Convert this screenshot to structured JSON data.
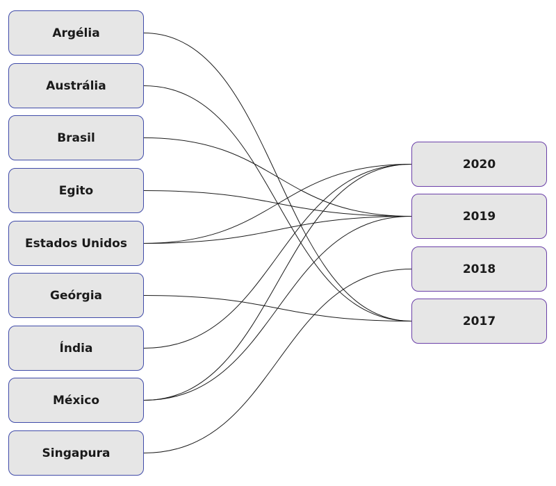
{
  "left_nodes": [
    {
      "label": "Argélia"
    },
    {
      "label": "Austrália"
    },
    {
      "label": "Brasil"
    },
    {
      "label": "Egito"
    },
    {
      "label": "Estados Unidos"
    },
    {
      "label": "Geórgia"
    },
    {
      "label": "Índia"
    },
    {
      "label": "México"
    },
    {
      "label": "Singapura"
    }
  ],
  "right_nodes": [
    {
      "label": "2020"
    },
    {
      "label": "2019"
    },
    {
      "label": "2018"
    },
    {
      "label": "2017"
    }
  ],
  "links": [
    {
      "from": "Argélia",
      "to": "2017"
    },
    {
      "from": "Austrália",
      "to": "2017"
    },
    {
      "from": "Brasil",
      "to": "2019"
    },
    {
      "from": "Egito",
      "to": "2019"
    },
    {
      "from": "Estados Unidos",
      "to": "2020"
    },
    {
      "from": "Estados Unidos",
      "to": "2019"
    },
    {
      "from": "Geórgia",
      "to": "2017"
    },
    {
      "from": "Índia",
      "to": "2020"
    },
    {
      "from": "México",
      "to": "2020"
    },
    {
      "from": "México",
      "to": "2019"
    },
    {
      "from": "Singapura",
      "to": "2018"
    }
  ],
  "colors": {
    "node_fill": "#e6e6e6",
    "left_border": "#3f4aa8",
    "right_border": "#6a3fa8",
    "link": "#1a1a1a"
  }
}
